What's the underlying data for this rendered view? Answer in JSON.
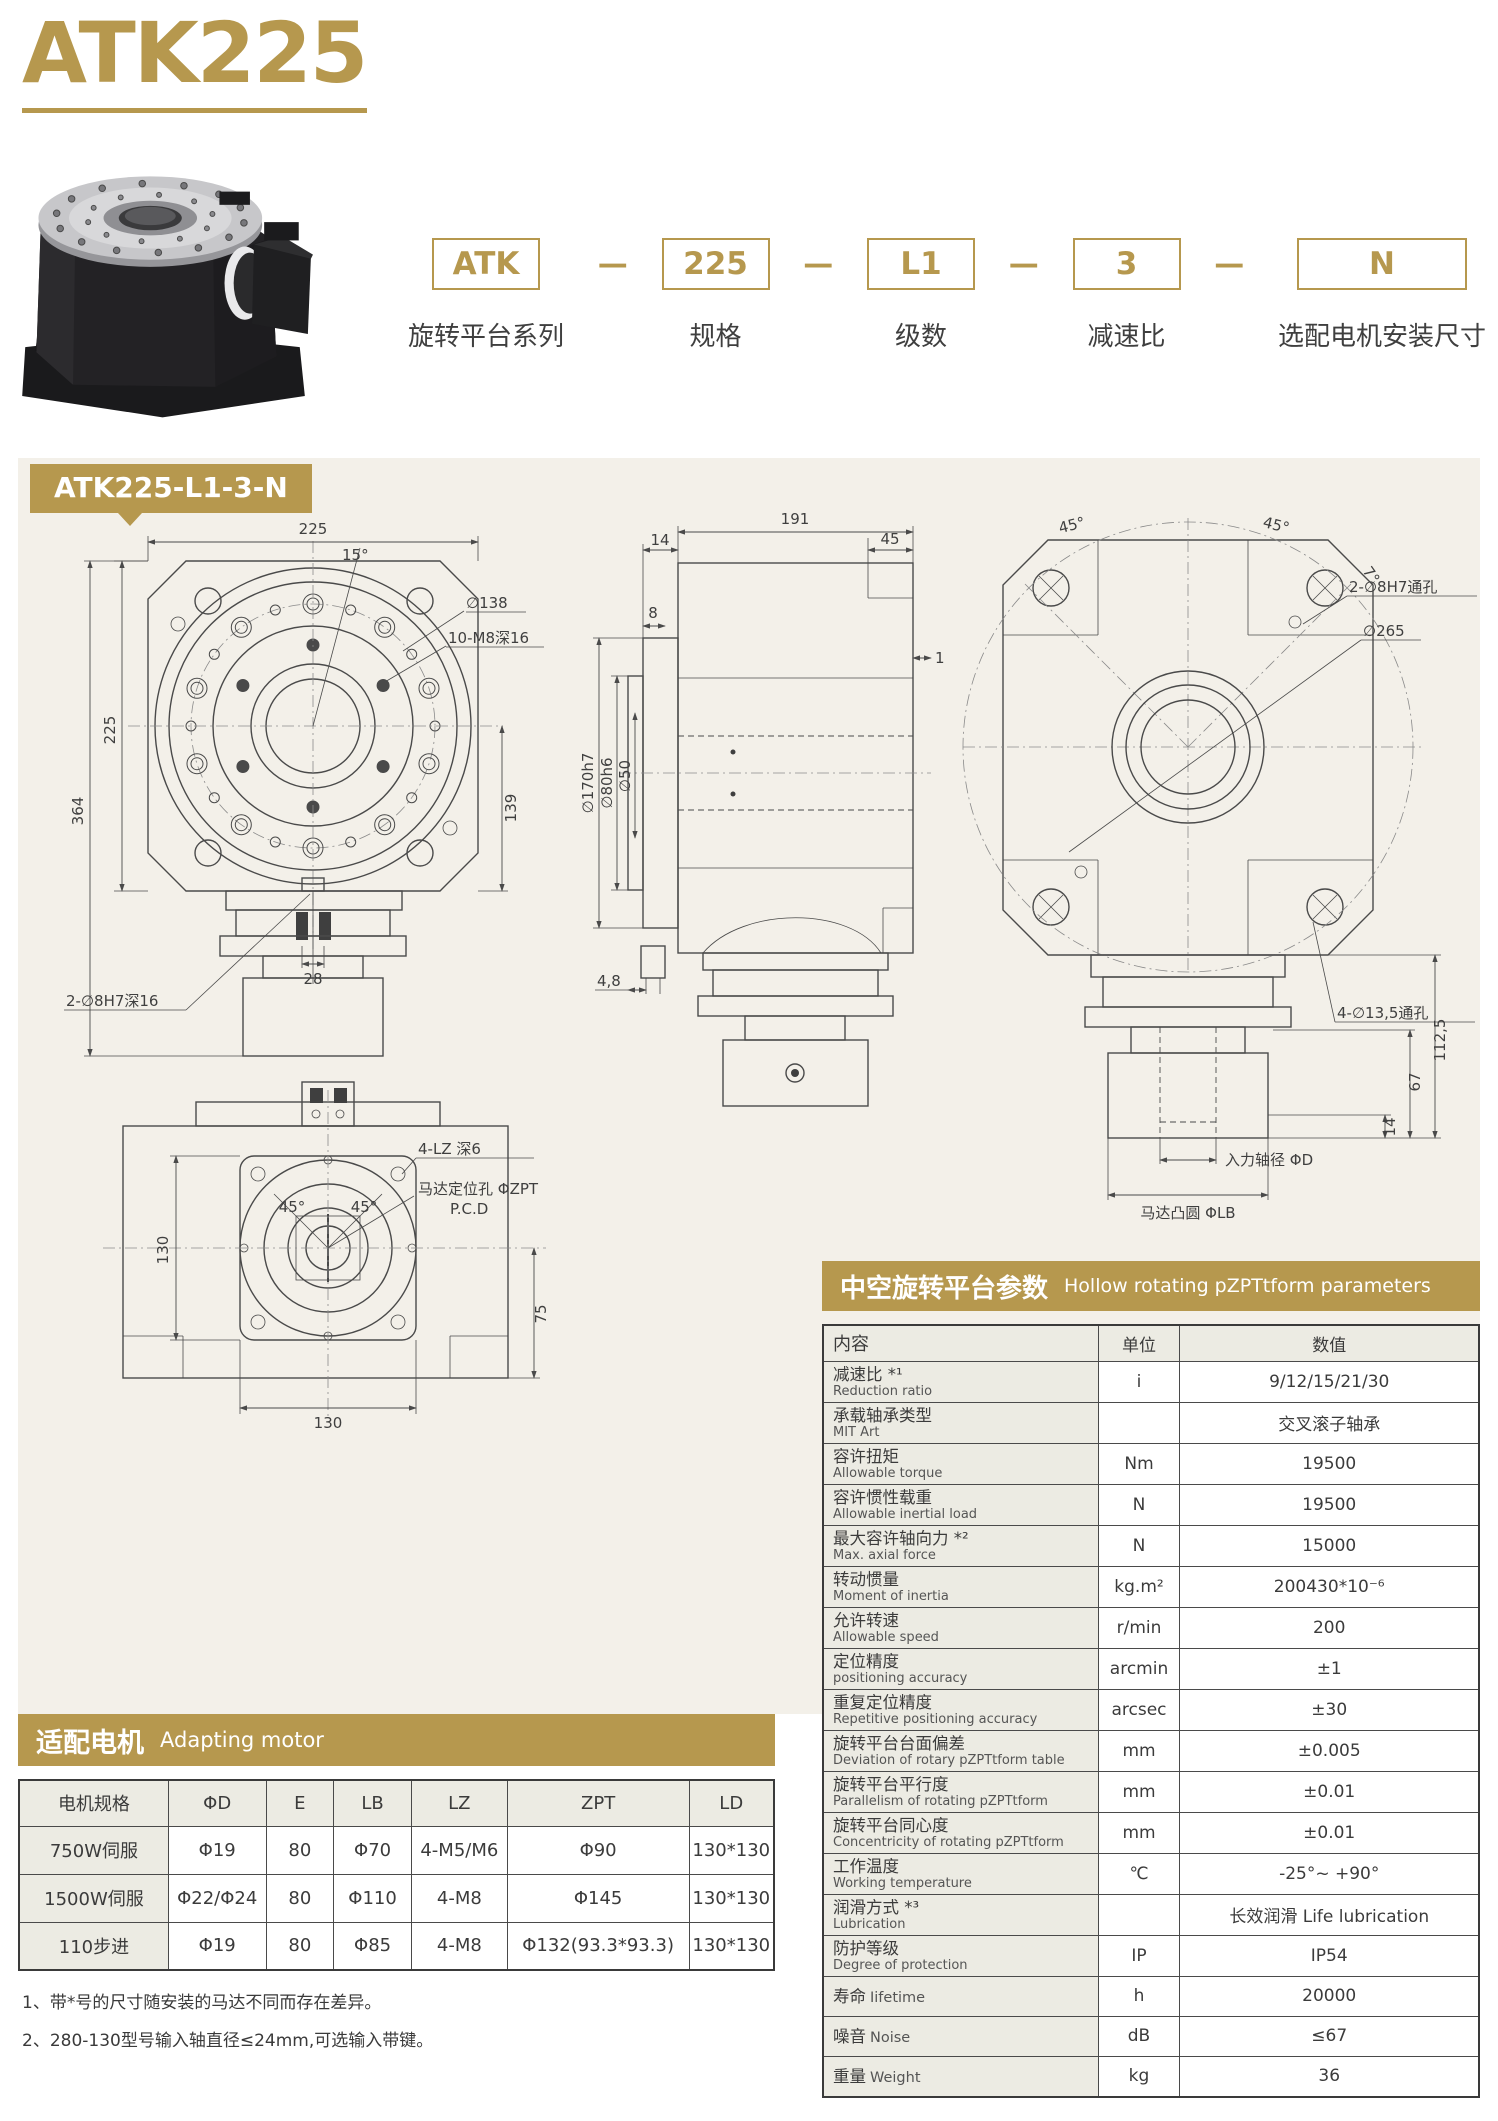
{
  "page": {
    "title": "ATK225"
  },
  "model_code": {
    "separator": "—",
    "segments": [
      {
        "code": "ATK",
        "label": "旋转平台系列"
      },
      {
        "code": "225",
        "label": "规格"
      },
      {
        "code": "L1",
        "label": "级数"
      },
      {
        "code": "3",
        "label": "减速比"
      },
      {
        "code": "N",
        "label": "选配电机安装尺寸"
      }
    ]
  },
  "drawing_section": {
    "tag": "ATK225-L1-3-N",
    "front_view": {
      "dim_width": "225",
      "dim_angle": "15°",
      "dim_height": "225",
      "dim_total_height": "364",
      "dim_right": "139",
      "dim_key_width": "28",
      "callout_bolt_circle": "∅138",
      "callout_taps": "10-M8深16",
      "callout_pins": "2-∅8H7深16"
    },
    "side_view": {
      "dim_total": "191",
      "dim_flange": "14",
      "dim_right_block": "45",
      "dim_step": "8",
      "dim_lip": "1",
      "dia_outer": "∅170h7",
      "dia_mid": "∅80h6",
      "dia_bore": "∅50",
      "dim_bottom": "4,8"
    },
    "back_view": {
      "angle_left": "45°",
      "angle_right": "45°",
      "angle_small": "7°",
      "callout_pins": "2-∅8H7通孔",
      "dia_pitch": "∅265",
      "callout_through": "4-∅13,5通孔",
      "dim_stack": "112,5",
      "dim_mid": "67",
      "dim_small": "14",
      "label_input_shaft": "入力轴径 ΦD",
      "label_motor_boss": "马达凸圆 ΦLB"
    },
    "bottom_view": {
      "dim_left": "130",
      "dim_bottom": "130",
      "dim_right": "75",
      "angle_left": "45°",
      "angle_right": "45°",
      "callout_lz": "4-LZ 深6",
      "callout_zpt": "马达定位孔 ΦZPT",
      "callout_pcd": "P.C.D"
    }
  },
  "parameters_table": {
    "title_zh": "中空旋转平台参数",
    "title_en": "Hollow rotating pZPTtform parameters",
    "columns": [
      "内容",
      "单位",
      "数值"
    ],
    "rows": [
      {
        "zh": "减速比 *¹",
        "en": "Reduction ratio",
        "unit": "i",
        "value": "9/12/15/21/30"
      },
      {
        "zh": "承载轴承类型",
        "en": "MIT Art",
        "unit": "",
        "value": "交叉滚子轴承"
      },
      {
        "zh": "容许扭矩",
        "en": "Allowable torque",
        "unit": "Nm",
        "value": "19500"
      },
      {
        "zh": "容许惯性载重",
        "en": "Allowable inertial load",
        "unit": "N",
        "value": "19500"
      },
      {
        "zh": "最大容许轴向力 *²",
        "en": "Max. axial force",
        "unit": "N",
        "value": "15000"
      },
      {
        "zh": "转动惯量",
        "en": "Moment of inertia",
        "unit": "kg.m²",
        "value": "200430*10⁻⁶"
      },
      {
        "zh": "允许转速",
        "en": "Allowable speed",
        "unit": "r/min",
        "value": "200"
      },
      {
        "zh": "定位精度",
        "en": "positioning accuracy",
        "unit": "arcmin",
        "value": "±1"
      },
      {
        "zh": "重复定位精度",
        "en": "Repetitive positioning accuracy",
        "unit": "arcsec",
        "value": "±30"
      },
      {
        "zh": "旋转平台台面偏差",
        "en": "Deviation of rotary pZPTtform table",
        "unit": "mm",
        "value": "±0.005"
      },
      {
        "zh": "旋转平台平行度",
        "en": "Parallelism of rotating pZPTtform",
        "unit": "mm",
        "value": "±0.01"
      },
      {
        "zh": "旋转平台同心度",
        "en": "Concentricity of rotating pZPTtform",
        "unit": "mm",
        "value": "±0.01"
      },
      {
        "zh": "工作温度",
        "en": "Working temperature",
        "unit": "℃",
        "value": "-25°~ +90°"
      },
      {
        "zh": "润滑方式 *³",
        "en": "Lubrication",
        "unit": "",
        "value": "长效润滑 Life lubrication"
      },
      {
        "zh": "防护等级",
        "en": "Degree of protection",
        "unit": "IP",
        "value": "IP54"
      },
      {
        "zh": "寿命",
        "en": "Iifetime",
        "unit": "h",
        "value": "20000"
      },
      {
        "zh": "噪音",
        "en": "Noise",
        "unit": "dB",
        "value": "≤67"
      },
      {
        "zh": "重量",
        "en": "Weight",
        "unit": "kg",
        "value": "36"
      }
    ]
  },
  "motor_table": {
    "title_zh": "适配电机",
    "title_en": "Adapting motor",
    "columns": [
      "电机规格",
      "ΦD",
      "E",
      "LB",
      "LZ",
      "ZPT",
      "LD"
    ],
    "rows": [
      [
        "750W伺服",
        "Φ19",
        "80",
        "Φ70",
        "4-M5/M6",
        "Φ90",
        "130*130"
      ],
      [
        "1500W伺服",
        "Φ22/Φ24",
        "80",
        "Φ110",
        "4-M8",
        "Φ145",
        "130*130"
      ],
      [
        "110步进",
        "Φ19",
        "80",
        "Φ85",
        "4-M8",
        "Φ132(93.3*93.3)",
        "130*130"
      ]
    ]
  },
  "footnotes": [
    "1、带*号的尺寸随安装的马达不同而存在差异。",
    "2、280-130型号输入轴直径≤24mm,可选输入带键。"
  ],
  "colors": {
    "gold": "#b6984e",
    "panel": "#f3f0e9",
    "cell": "#ecebe3",
    "ink": "#3b3b3b"
  }
}
